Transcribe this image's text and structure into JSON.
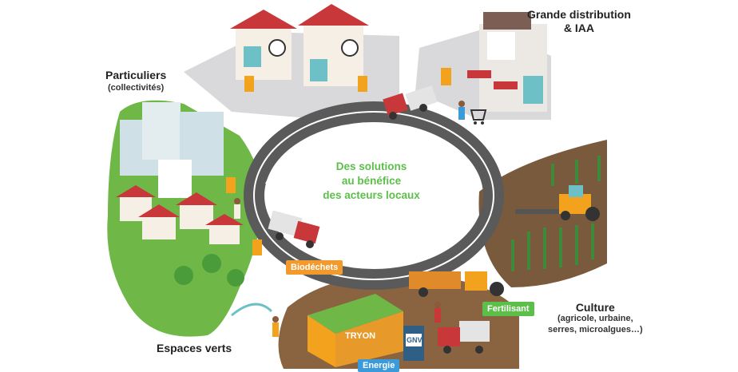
{
  "center": {
    "line1": "Des solutions",
    "line2": "au bénéfice",
    "line3": "des acteurs locaux"
  },
  "actors": {
    "grande_distribution": {
      "line1": "Grande distribution",
      "line2": "& IAA"
    },
    "particuliers": {
      "title": "Particuliers",
      "subtitle": "(collectivités)"
    },
    "espaces_verts": {
      "title": "Espaces verts"
    },
    "culture": {
      "title": "Culture",
      "subtitle1": "(agricole, urbaine,",
      "subtitle2": "serres, microalgues…)"
    }
  },
  "tags": {
    "biodechets": "Biodéchets",
    "fertilisant": "Fertilisant",
    "energie": "Energie"
  },
  "signs": {
    "plant_brand": "TRYON",
    "station_brand": "GNV"
  },
  "colors": {
    "accent_green": "#5cbf4a",
    "tag_orange": "#f29a2e",
    "tag_green": "#5cbf4a",
    "tag_blue": "#3b9ad9",
    "road": "#5a5a5a"
  }
}
